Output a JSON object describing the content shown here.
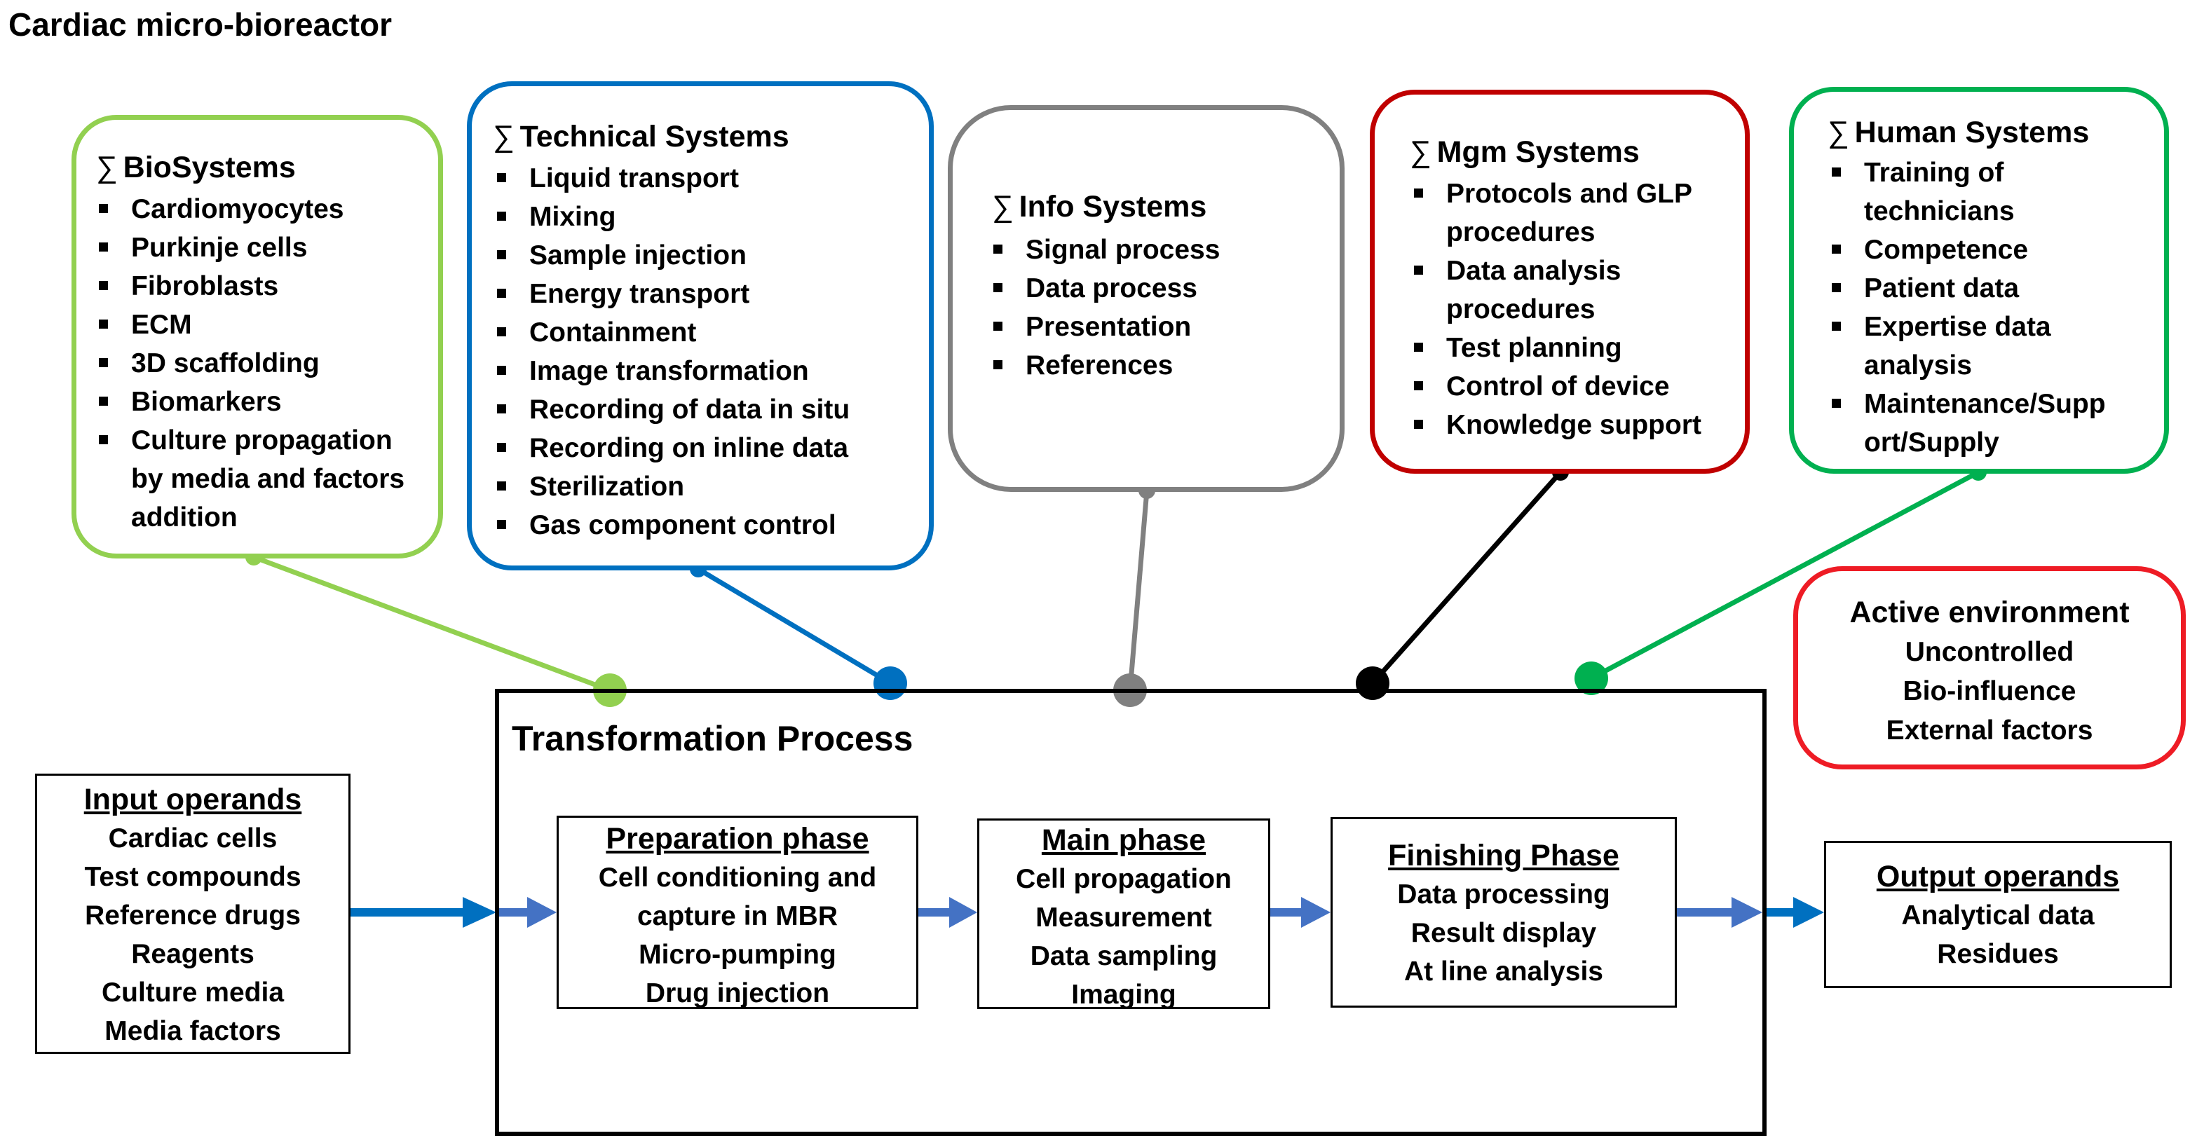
{
  "title": "Cardiac micro-bioreactor",
  "sigma_symbol": "∑",
  "colors": {
    "biosystems": "#92d050",
    "technical": "#0070c0",
    "info": "#808080",
    "mgm": "#c00000",
    "human": "#00b050",
    "environment": "#ee1c25",
    "arrow_dark": "#0070c0",
    "arrow_light": "#4472c4"
  },
  "biosystems": {
    "heading": "BioSystems",
    "items": [
      "Cardiomyocytes",
      "Purkinje cells",
      "Fibroblasts",
      "ECM",
      "3D scaffolding",
      "Biomarkers",
      "Culture propagation",
      "by media and factors",
      "addition"
    ]
  },
  "technical": {
    "heading": "Technical  Systems",
    "items": [
      "Liquid transport",
      "Mixing",
      "Sample injection",
      "Energy transport",
      "Containment",
      "Image transformation",
      "Recording of data in situ",
      "Recording on inline data",
      "Sterilization",
      "Gas component control"
    ]
  },
  "info": {
    "heading": "Info Systems",
    "items": [
      "Signal process",
      "Data process",
      "Presentation",
      "References"
    ]
  },
  "mgm": {
    "heading": "Mgm Systems",
    "items": [
      "Protocols and GLP",
      "procedures",
      "Data analysis",
      "procedures",
      "Test planning",
      "Control of device",
      "Knowledge support"
    ]
  },
  "human": {
    "heading": "Human  Systems",
    "items": [
      "Training of",
      "technicians",
      "Competence",
      "Patient data",
      "Expertise data",
      "analysis",
      "Maintenance/Supp",
      "ort/Supply"
    ]
  },
  "environment": {
    "title": "Active environment",
    "lines": [
      "Uncontrolled",
      "Bio-influence",
      "External factors"
    ]
  },
  "transformation_title": "Transformation Process",
  "input": {
    "heading": "Input operands",
    "lines": [
      "Cardiac cells",
      "Test compounds",
      "Reference drugs",
      "Reagents",
      "Culture media",
      "Media factors"
    ]
  },
  "preparation": {
    "heading": "Preparation  phase",
    "lines": [
      "Cell conditioning and",
      "capture in MBR",
      "Micro-pumping",
      "Drug injection"
    ]
  },
  "main_phase": {
    "heading": "Main phase",
    "lines": [
      "Cell propagation",
      "Measurement",
      "Data sampling",
      "Imaging"
    ]
  },
  "finishing": {
    "heading": "Finishing  Phase",
    "lines": [
      "Data processing",
      "Result display",
      "At line analysis"
    ]
  },
  "output": {
    "heading": "Output operands",
    "lines": [
      "Analytical data",
      "Residues"
    ]
  }
}
